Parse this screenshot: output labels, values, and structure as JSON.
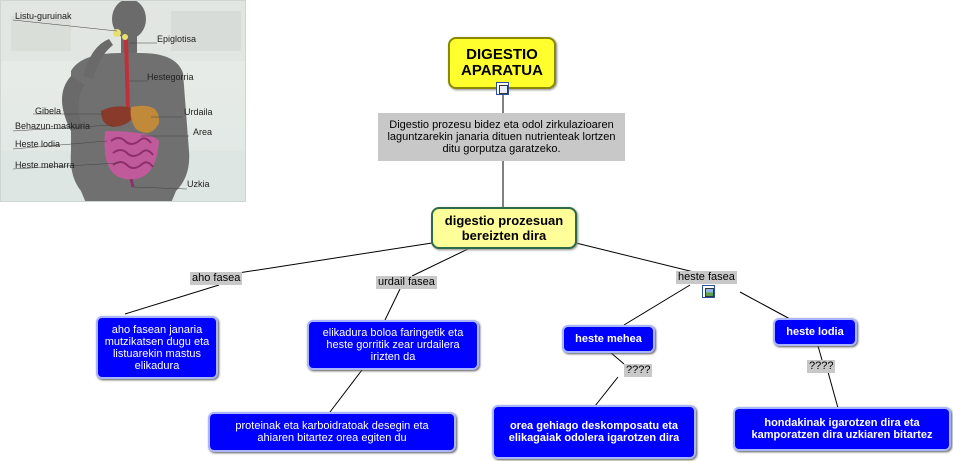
{
  "anatomy": {
    "labels": {
      "listu_guruinak": "Listu-guruinak",
      "epiglotisa": "Epiglotisa",
      "hestegorria": "Hestegorria",
      "gibela": "Gibela",
      "urdaila": "Urdaila",
      "behazun_maskuria": "Behazun-maskuria",
      "area": "Area",
      "heste_lodia": "Heste lodia",
      "heste_meharra": "Heste meharra",
      "uzkia": "Uzkia"
    }
  },
  "concepts": {
    "main": "DIGESTIO APARATUA",
    "definition": "Digestio prozesu bidez eta odol zirkulazioaren laguntzarekin janaria dituen nutrienteak lortzen ditu gorputza garatzeko.",
    "phases_hub": "digestio prozesuan bereizten dira",
    "aho_desc": "aho fasean janaria mutzikatsen dugu eta listuarekin mastus elikadura",
    "urdail_desc": "elikadura boloa faringetik eta heste gorritik zear urdailera irizten da",
    "urdail_sub": "proteinak eta karboidratoak desegin eta ahiaren bitartez orea egiten du",
    "heste_mehea": "heste mehea",
    "heste_lodia": "heste lodia",
    "mehea_desc": "orea gehiago deskomposatu eta elikagaiak odolera igarotzen dira",
    "lodia_desc": "hondakinak igarotzen dira eta kamporatzen dira uzkiaren bitartez"
  },
  "links": {
    "aho_fasea": "aho fasea",
    "urdail_fasea": "urdail fasea",
    "heste_fasea": "heste fasea",
    "q_mehea": "????",
    "q_lodia": "????"
  },
  "icons": {
    "main_resource": "document-icon",
    "heste_resource": "image-icon"
  },
  "colors": {
    "main_fill": "#ffff2e",
    "hub_fill": "#ffff99",
    "leaf_fill": "#0000ff",
    "label_fill": "#c8c8c8"
  }
}
